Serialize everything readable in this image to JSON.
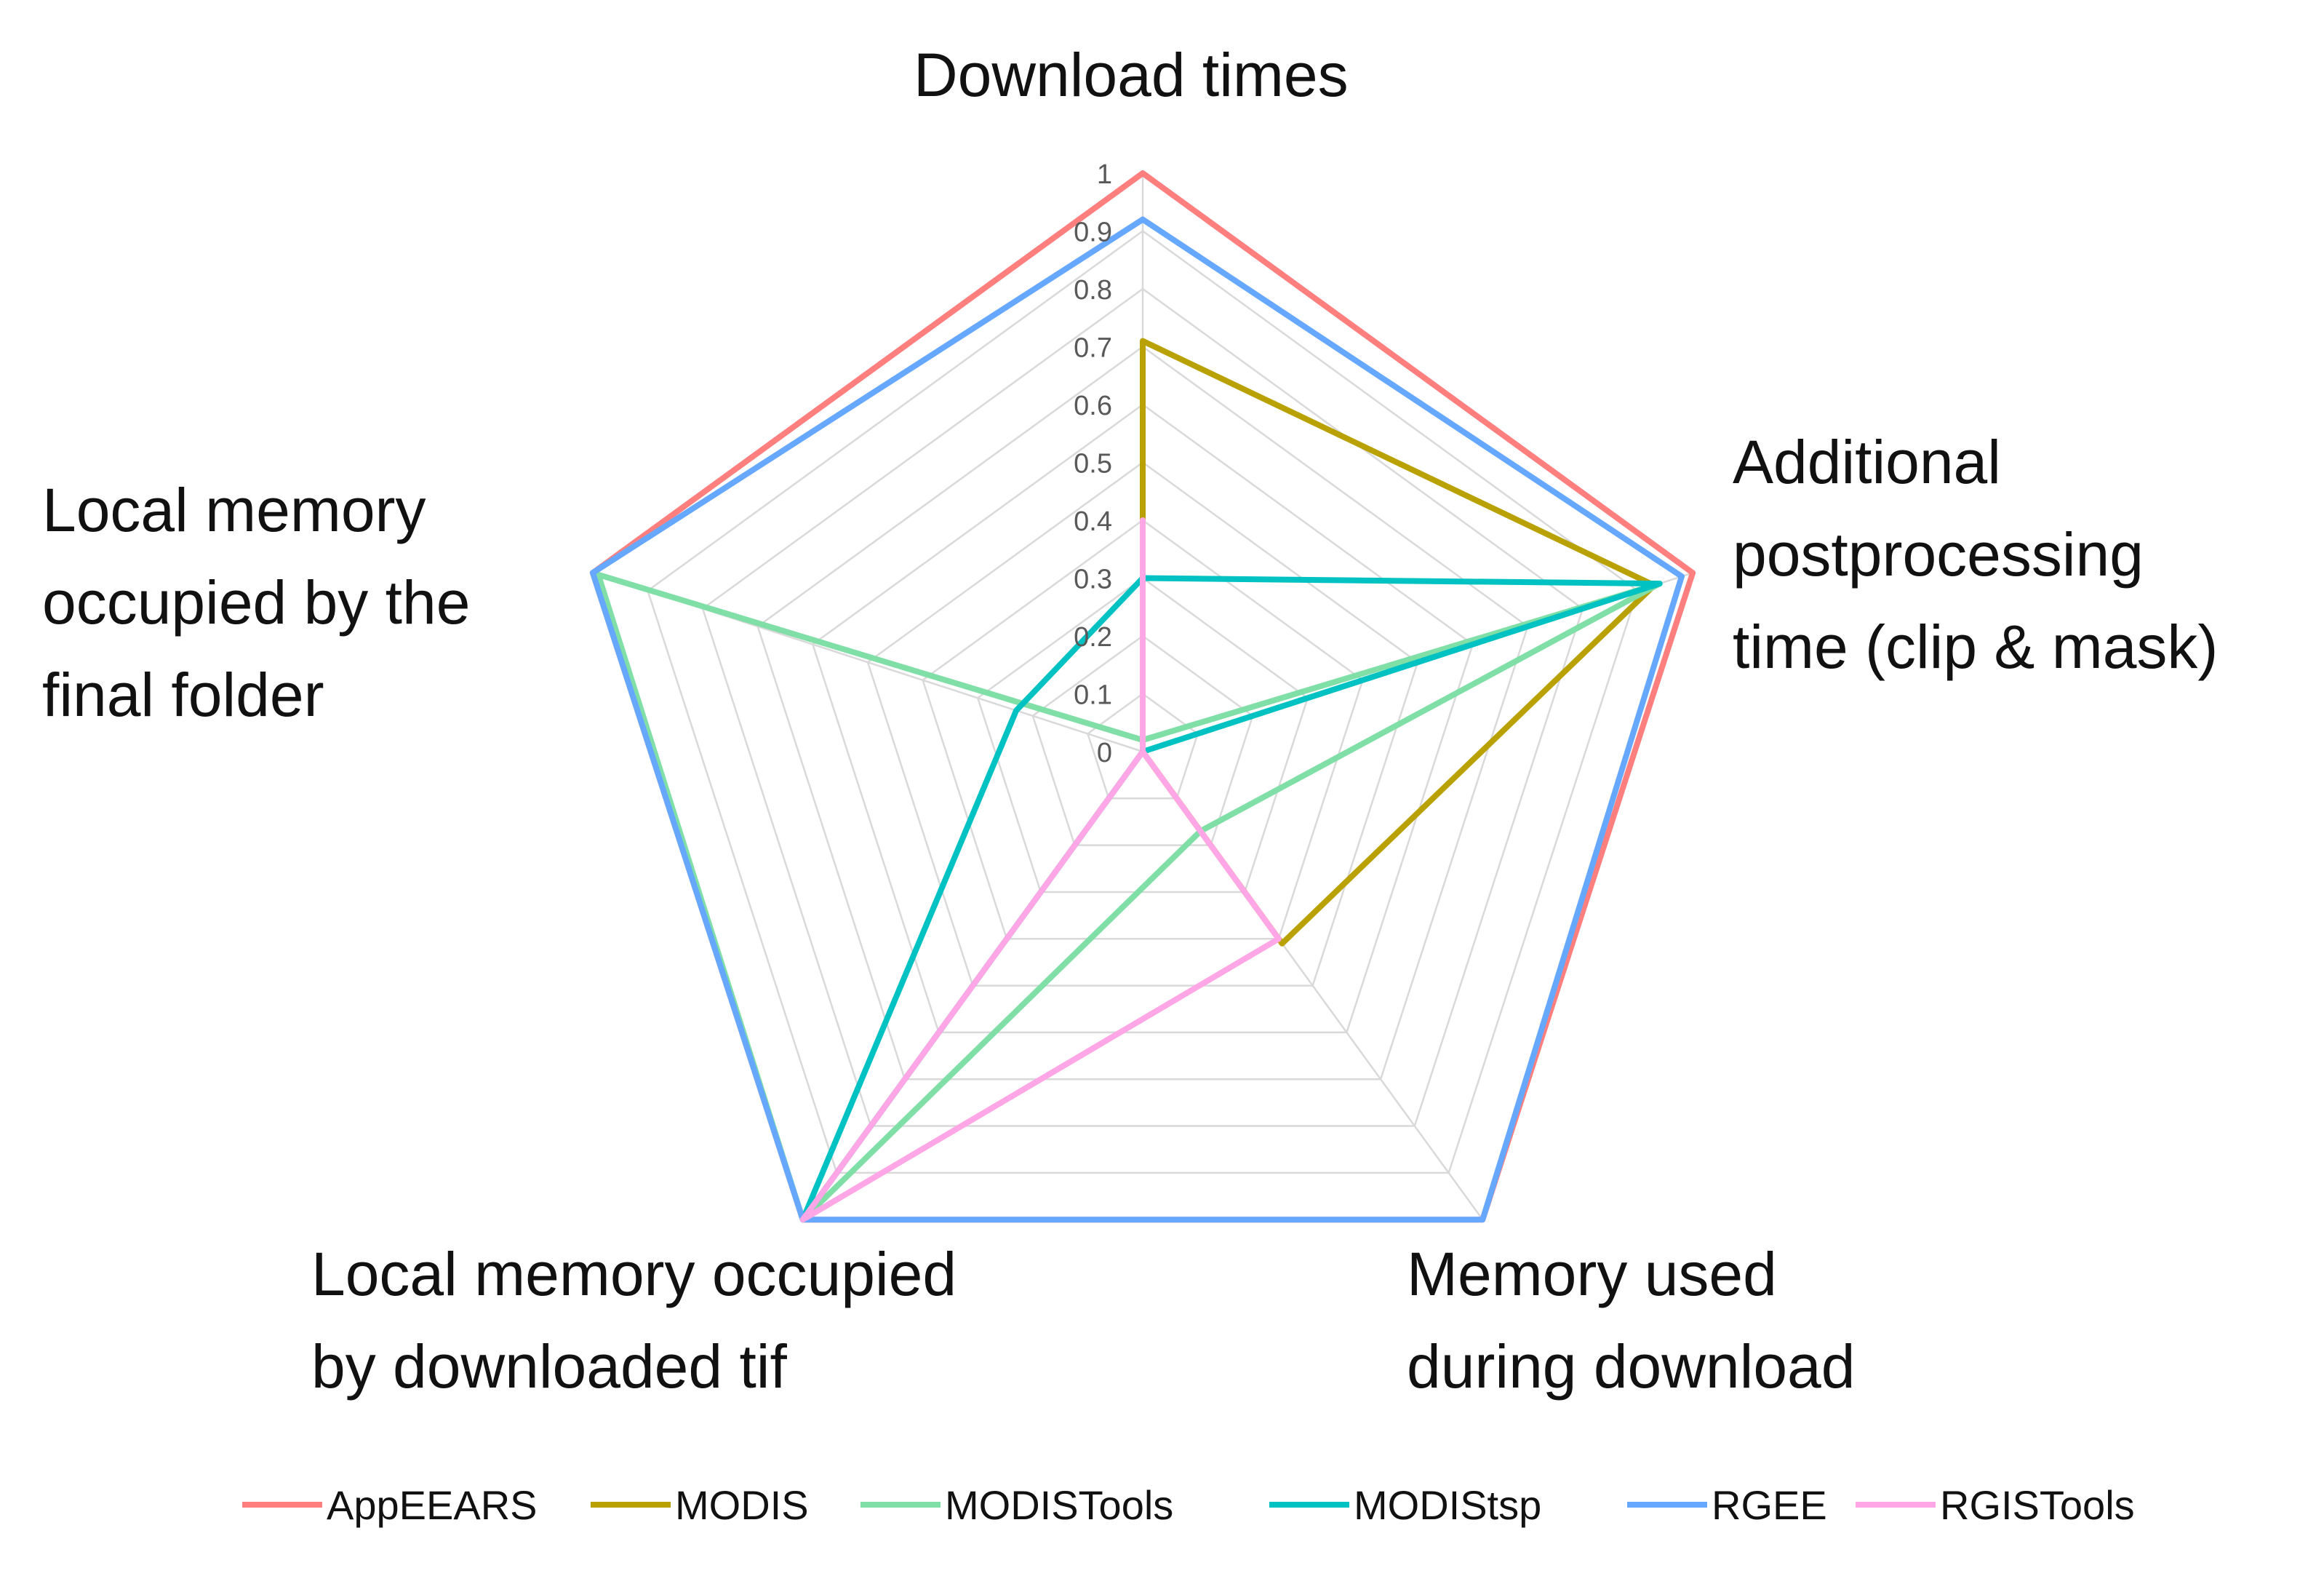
{
  "chart_data": {
    "type": "radar",
    "axes": [
      {
        "name": "download-times",
        "label_lines": [
          "Download times"
        ]
      },
      {
        "name": "additional-postprocessing-time",
        "label_lines": [
          "Additional",
          "postprocessing",
          "time (clip & mask)"
        ]
      },
      {
        "name": "memory-used-during-download",
        "label_lines": [
          "Memory used",
          "during download"
        ]
      },
      {
        "name": "local-memory-downloaded-tif",
        "label_lines": [
          "Local memory occupied",
          "by downloaded tif"
        ]
      },
      {
        "name": "local-memory-final-folder",
        "label_lines": [
          "Local memory",
          "occupied by the",
          "final folder"
        ]
      }
    ],
    "ticks": [
      0,
      0.1,
      0.2,
      0.3,
      0.4,
      0.5,
      0.6,
      0.7,
      0.8,
      0.9,
      1
    ],
    "tick_labels": [
      "0",
      "0.1",
      "0.2",
      "0.3",
      "0.4",
      "0.5",
      "0.6",
      "0.7",
      "0.8",
      "0.9",
      "1"
    ],
    "range": [
      0,
      1
    ],
    "grid": true,
    "legend_position": "bottom",
    "series": [
      {
        "name": "AppEEARS",
        "color": "#FF7F7F",
        "values": [
          1,
          1,
          1,
          1,
          1
        ]
      },
      {
        "name": "MODIS",
        "color": "#B8A100",
        "values": [
          0.71,
          0.93,
          0.41,
          0,
          0
        ]
      },
      {
        "name": "MODISTools",
        "color": "#7FDFA6",
        "values": [
          0.02,
          0.94,
          0.17,
          1,
          0.99
        ]
      },
      {
        "name": "MODIStsp",
        "color": "#00C2C2",
        "values": [
          0.3,
          0.94,
          0,
          1,
          0.23
        ]
      },
      {
        "name": "RGEE",
        "color": "#66A8FF",
        "values": [
          0.92,
          0.98,
          1,
          1,
          1
        ]
      },
      {
        "name": "RGISTools",
        "color": "#FFA6E6",
        "values": [
          0.4,
          0,
          0.4,
          1,
          0
        ]
      }
    ]
  }
}
